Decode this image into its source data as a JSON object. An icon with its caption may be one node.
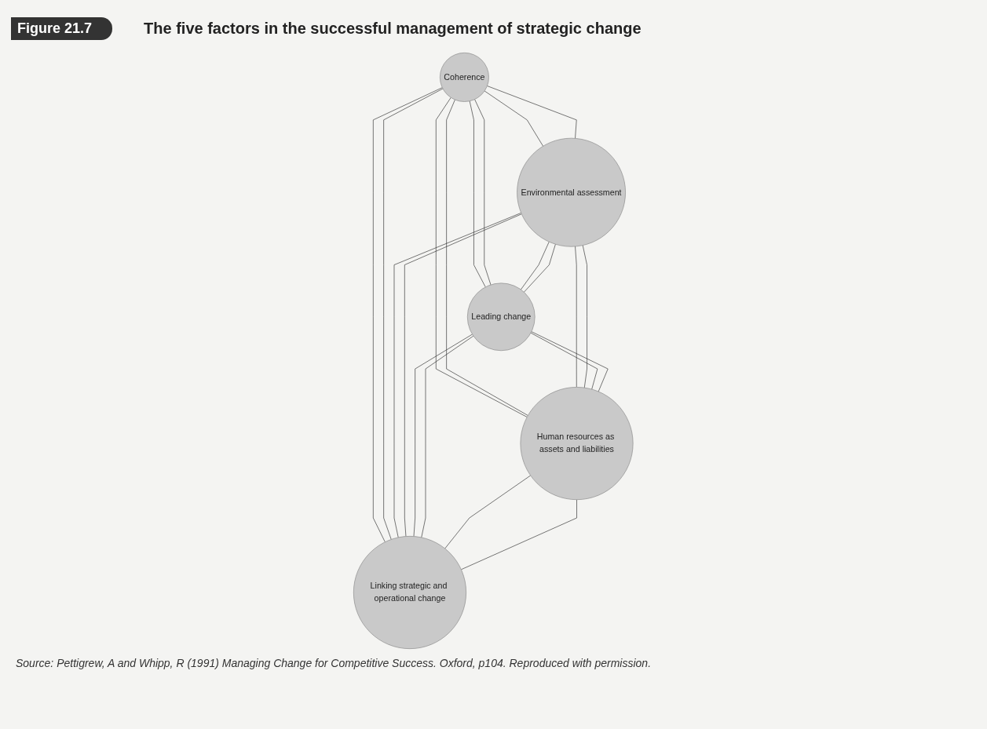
{
  "diagram": {
    "title": "The five factors in the successful management of strategic change",
    "caption": "Source: Pettigrew, A and Whipp, R (1991) Managing Change for Competitive Success. Oxford, p104. Reproduced with permission.",
    "nodes": [
      {
        "text": [
          "Coherence"
        ]
      },
      {
        "text": [
          "Environmental assessment"
        ]
      },
      {
        "text": [
          "Leading change"
        ]
      },
      {
        "text": [
          "Human resources as assets and liabilities"
        ]
      },
      {
        "text": [
          "Linking strategic and operational change"
        ]
      }
    ],
    "edges": [
      {
        "from": 0,
        "to": 1,
        "arrow": "none"
      },
      {
        "from": 0,
        "to": 1,
        "arrow": "none"
      },
      {
        "from": 0,
        "to": 2,
        "arrow": "none"
      },
      {
        "from": 0,
        "to": 2,
        "arrow": "none"
      },
      {
        "from": 1,
        "to": 2,
        "arrow": "none"
      },
      {
        "from": 1,
        "to": 2,
        "arrow": "none"
      },
      {
        "from": 0,
        "to": 3,
        "arrow": "none"
      },
      {
        "from": 0,
        "to": 3,
        "arrow": "none"
      },
      {
        "from": 0,
        "to": 4,
        "arrow": "none"
      },
      {
        "from": 0,
        "to": 4,
        "arrow": "none"
      },
      {
        "from": 1,
        "to": 3,
        "arrow": "none"
      },
      {
        "from": 1,
        "to": 3,
        "arrow": "none"
      },
      {
        "from": 1,
        "to": 4,
        "arrow": "none"
      },
      {
        "from": 1,
        "to": 4,
        "arrow": "none"
      },
      {
        "from": 2,
        "to": 3,
        "arrow": "none"
      },
      {
        "from": 2,
        "to": 3,
        "arrow": "none"
      },
      {
        "from": 2,
        "to": 4,
        "arrow": "none"
      },
      {
        "from": 2,
        "to": 4,
        "arrow": "none"
      },
      {
        "from": 3,
        "to": 4,
        "arrow": "none"
      },
      {
        "from": 3,
        "to": 4,
        "arrow": "none"
      }
    ],
    "labels": [
      "Figure 21.7"
    ]
  }
}
